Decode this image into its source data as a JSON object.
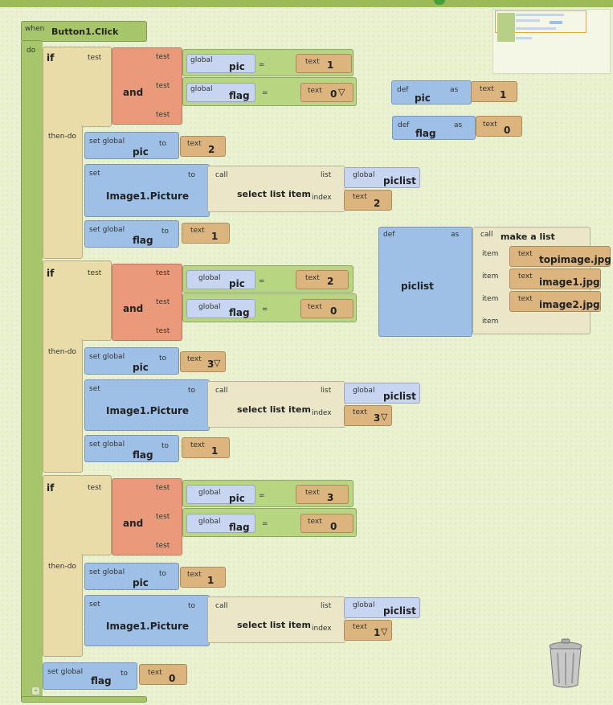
{
  "event": {
    "when": "when",
    "do": "do",
    "name": "Button1.Click"
  },
  "kw": {
    "if": "if",
    "test": "test",
    "then_do": "then-do",
    "and": "and",
    "eq": "=",
    "text": "text",
    "global": "global",
    "set_global": "set global",
    "to": "to",
    "set": "set",
    "call": "call",
    "list": "list",
    "index": "index",
    "def": "def",
    "as": "as",
    "item": "item",
    "select_list_item": "select list item",
    "make_a_list": "make a list",
    "dropdown": "▽",
    "minus": "-"
  },
  "vars": {
    "pic": "pic",
    "flag": "flag",
    "piclist": "piclist",
    "image_picture": "Image1.Picture"
  },
  "ifs": [
    {
      "pic_val": "1",
      "flag_val": "0",
      "set_pic": "2",
      "index": "2",
      "set_flag": "1"
    },
    {
      "pic_val": "2",
      "flag_val": "0",
      "set_pic": "3",
      "index": "3",
      "set_flag": "1"
    },
    {
      "pic_val": "3",
      "flag_val": "0",
      "set_pic": "1",
      "index": "1"
    }
  ],
  "final_flag": "0",
  "defs": {
    "pic_val": "1",
    "flag_val": "0",
    "list_items": [
      "topimage.jpg",
      "image1.jpg",
      "image2.jpg"
    ]
  },
  "colors": {
    "event": "#a7c66b",
    "control": "#e9dca8",
    "logic": "#ea9a7b",
    "variable": "#9ec0e6",
    "text": "#dcb47d",
    "compare": "#b8d581"
  }
}
